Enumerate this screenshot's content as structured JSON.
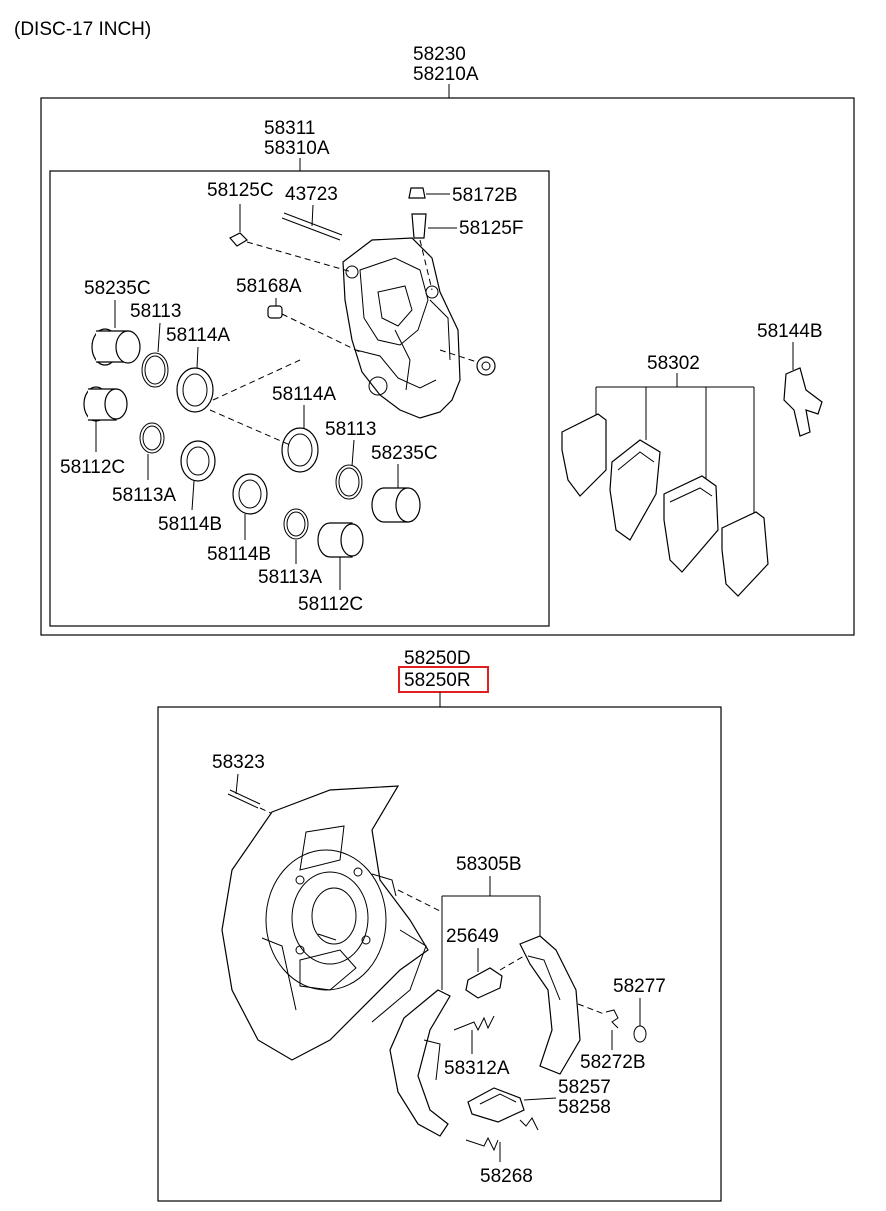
{
  "header": {
    "title": "(DISC-17 INCH)"
  },
  "caliper_assembly": {
    "codes": [
      "58230",
      "58210A"
    ],
    "housing": {
      "codes": [
        "58311",
        "58310A"
      ],
      "parts": {
        "p58125C": "58125C",
        "p43723": "43723",
        "p58172B": "58172B",
        "p58125F": "58125F",
        "p58235C_left": "58235C",
        "p58113_left": "58113",
        "p58168A": "58168A",
        "p58114A_left": "58114A",
        "p58114A_right": "58114A",
        "p58112C_left": "58112C",
        "p58113_right": "58113",
        "p58235C_right": "58235C",
        "p58113A_left": "58113A",
        "p58114B_left": "58114B",
        "p58114B_right": "58114B",
        "p58113A_right": "58113A",
        "p58112C_right": "58112C"
      }
    },
    "pads": {
      "code": "58302"
    },
    "clip": {
      "code": "58144B"
    }
  },
  "parking_brake_assembly": {
    "codes": [
      "58250D",
      "58250R"
    ],
    "highlight_color": "#e02020",
    "parts": {
      "p58323": "58323",
      "p58305B": "58305B",
      "p25649": "25649",
      "p58277": "58277",
      "p58272B": "58272B",
      "p58312A": "58312A",
      "p58257": "58257",
      "p58258": "58258",
      "p58268": "58268"
    }
  }
}
